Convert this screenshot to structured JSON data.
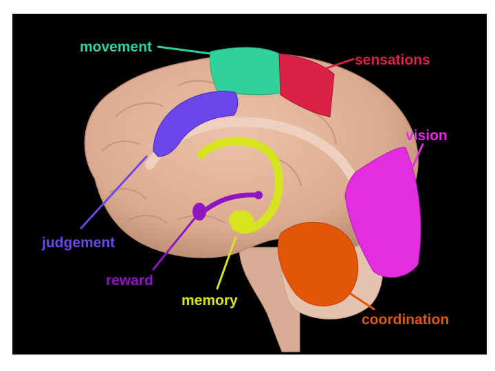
{
  "colors": {
    "background": "#000000",
    "brain": "#e3b39a",
    "movement": "#2fd39a",
    "sensations": "#dc2148",
    "vision": "#e22ee0",
    "judgement": "#6b47ea",
    "reward": "#8e15c1",
    "memory": "#d6e420",
    "coordination": "#e35608"
  },
  "labels": {
    "movement": "movement",
    "sensations": "sensations",
    "vision": "vision",
    "judgement": "judgement",
    "reward": "reward",
    "memory": "memory",
    "coordination": "coordination"
  }
}
